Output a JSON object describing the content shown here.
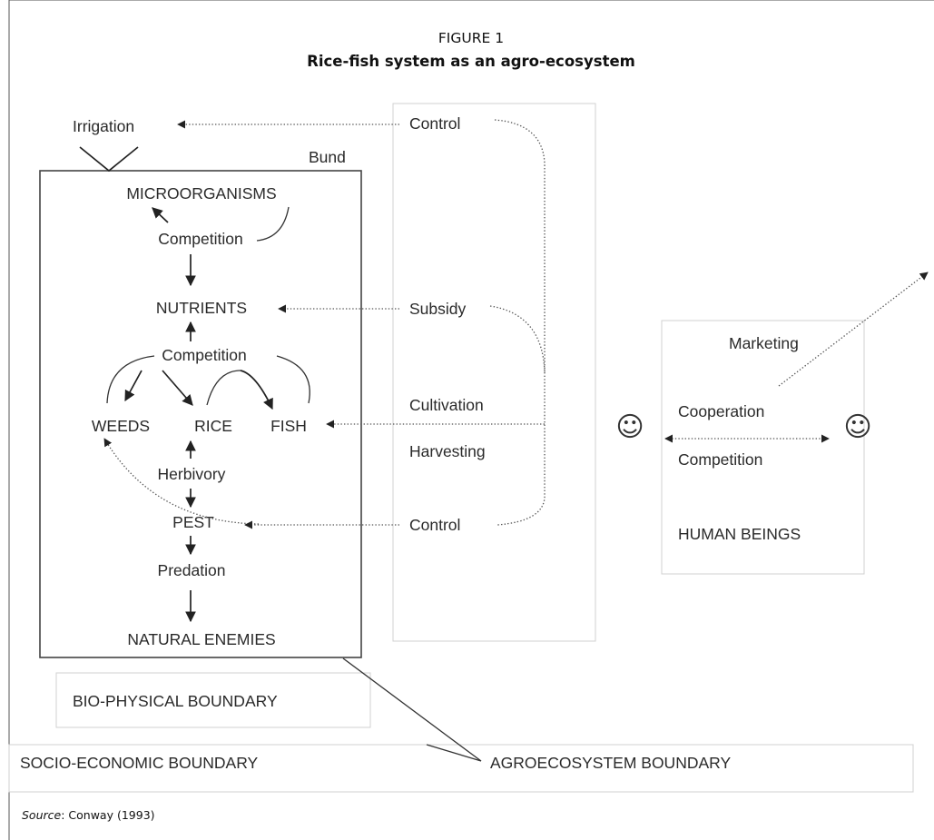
{
  "figure": {
    "number": "FIGURE 1",
    "title": "Rice-fish system as an agro-ecosystem"
  },
  "nodes": {
    "irrigation": "Irrigation",
    "bund": "Bund",
    "microorganisms": "MICROORGANISMS",
    "competition_top": "Competition",
    "nutrients": "NUTRIENTS",
    "competition_mid": "Competition",
    "weeds": "WEEDS",
    "rice": "RICE",
    "fish": "FISH",
    "herbivory": "Herbivory",
    "pest": "PEST",
    "predation": "Predation",
    "natural_enemies": "NATURAL ENEMIES"
  },
  "inputs": {
    "control_top": "Control",
    "subsidy": "Subsidy",
    "cultivation": "Cultivation",
    "harvesting": "Harvesting",
    "control_bottom": "Control"
  },
  "human": {
    "marketing": "Marketing",
    "cooperation": "Cooperation",
    "competition": "Competition",
    "title": "HUMAN BEINGS",
    "person_icon": "smiley-face-icon",
    "person_glyph": "☺"
  },
  "boundaries": {
    "bio_physical": "BIO-PHYSICAL BOUNDARY",
    "socio_economic": "SOCIO-ECONOMIC BOUNDARY",
    "agroecosystem": "AGROECOSYSTEM BOUNDARY"
  },
  "source": {
    "prefix": "Source",
    "text": ": Conway (1993)"
  }
}
